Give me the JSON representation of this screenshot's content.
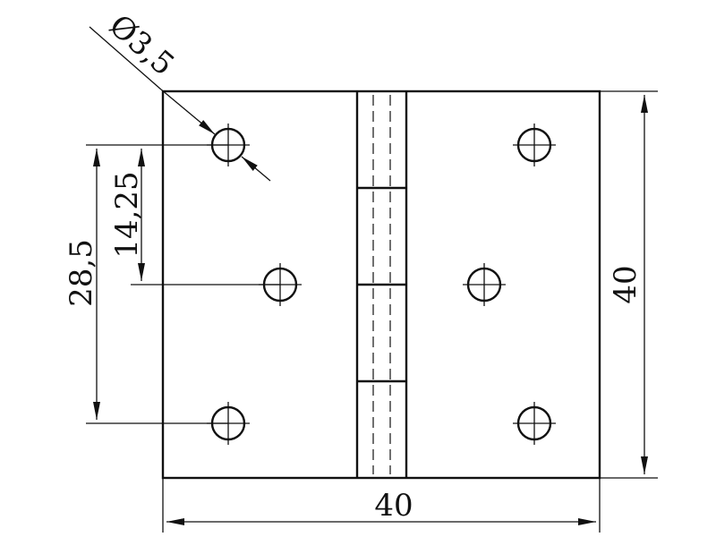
{
  "dimensions": {
    "hole_diameter": "Ø3,5",
    "hole_pitch_half": "14,25",
    "hole_pitch_full": "28,5",
    "height": "40",
    "width": "40"
  }
}
